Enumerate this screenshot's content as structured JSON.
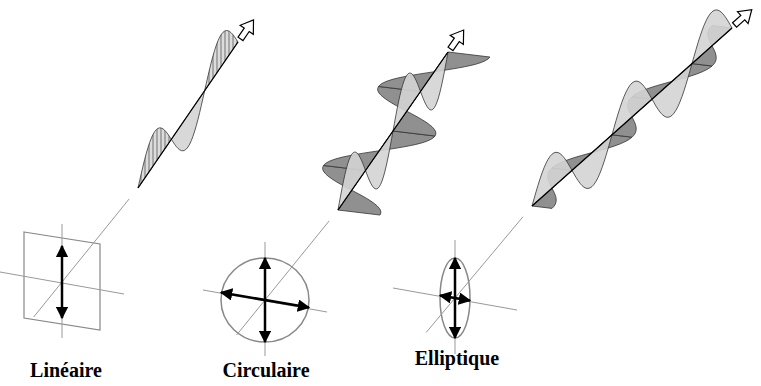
{
  "diagram": {
    "labels": [
      "Linéaire",
      "Circulaire",
      "Elliptique"
    ]
  }
}
